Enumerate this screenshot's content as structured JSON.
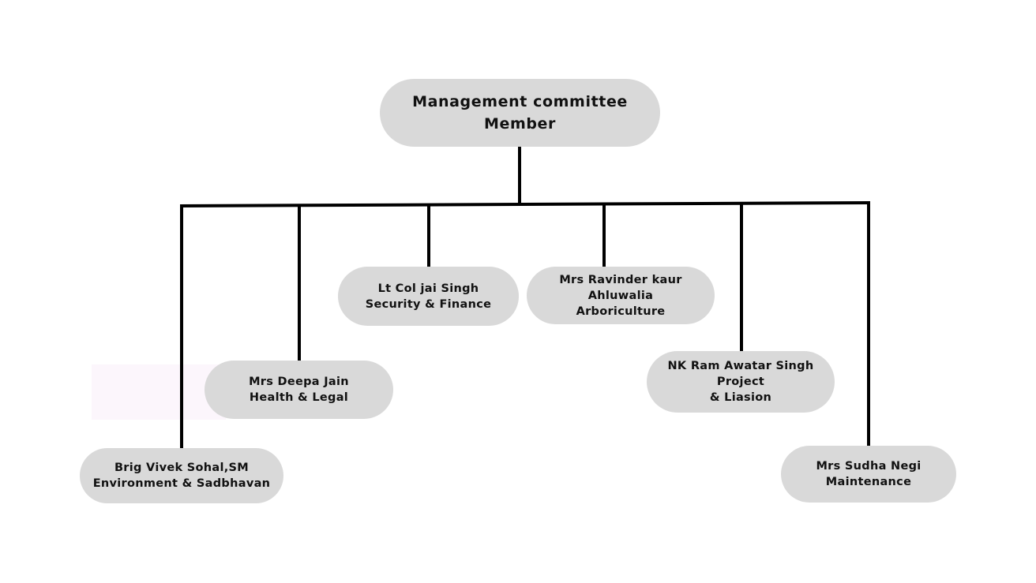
{
  "colors": {
    "node_fill": "#d9d9d9",
    "connector": "#000000",
    "text": "#111111",
    "background": "#ffffff"
  },
  "root": {
    "line1": "Management committee",
    "line2": "Member"
  },
  "members": [
    {
      "id": "vivek-sohal",
      "name": "Brig Vivek Sohal,SM",
      "role": "Environment & Sadbhavan"
    },
    {
      "id": "deepa-jain",
      "name": "Mrs Deepa Jain",
      "role": "Health & Legal"
    },
    {
      "id": "jai-singh",
      "name": "Lt Col jai Singh",
      "role": "Security & Finance"
    },
    {
      "id": "ravinder-kaur",
      "name": "Mrs Ravinder kaur Ahluwalia",
      "role": "Arboriculture"
    },
    {
      "id": "ram-awatar",
      "name": "NK Ram Awatar Singh Project",
      "role": "& Liasion"
    },
    {
      "id": "sudha-negi",
      "name": "Mrs Sudha Negi",
      "role": "Maintenance"
    }
  ]
}
